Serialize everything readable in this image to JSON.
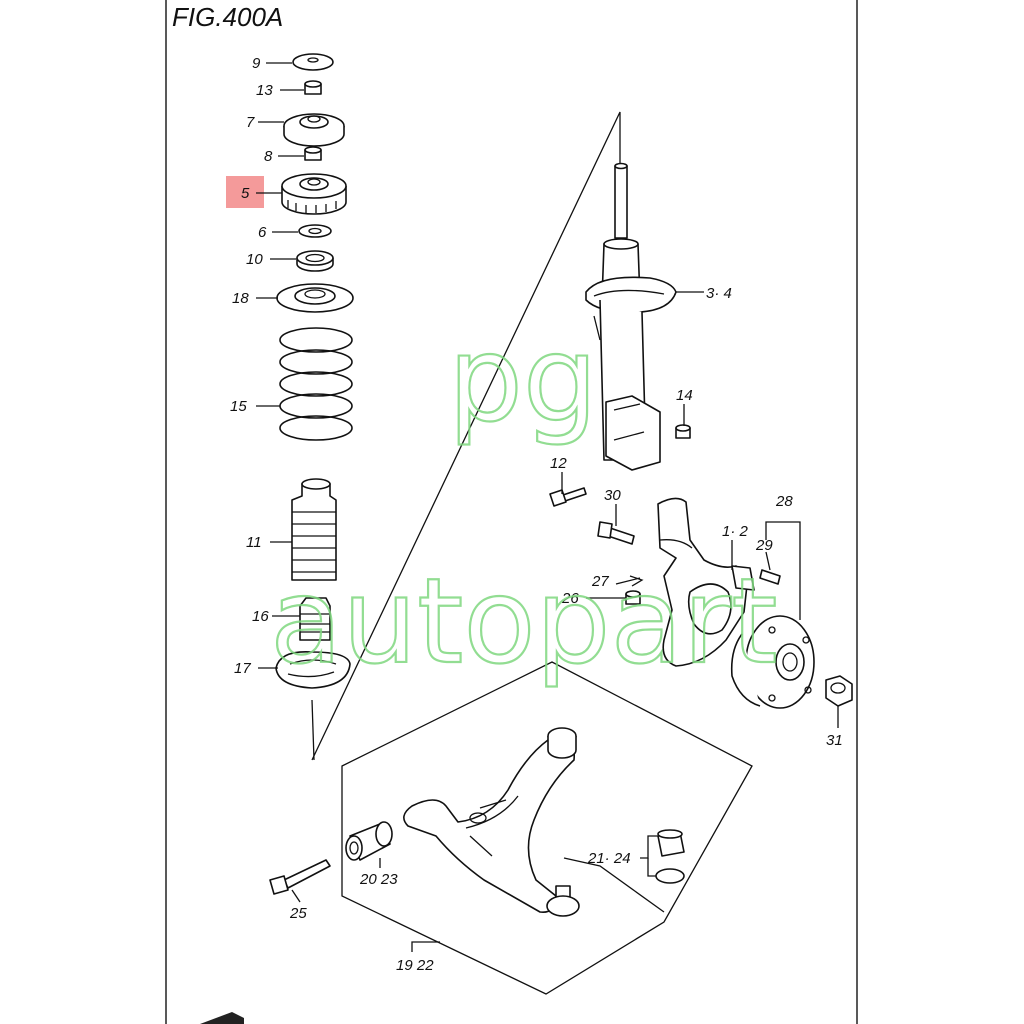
{
  "figure": {
    "title": "FIG.400A",
    "highlight_color": "#f49a9a",
    "watermark_lines": [
      "pg",
      "autopart"
    ],
    "watermark_color": "#7fd87f"
  },
  "callouts": {
    "c9": "9",
    "c13": "13",
    "c7": "7",
    "c8": "8",
    "c5": "5",
    "c6": "6",
    "c10": "10",
    "c18": "18",
    "c15": "15",
    "c11": "11",
    "c16": "16",
    "c17": "17",
    "c34": "3· 4",
    "c14": "14",
    "c12": "12",
    "c30": "30",
    "c12b": "1· 2",
    "c28": "28",
    "c29": "29",
    "c27": "27",
    "c26": "26",
    "c31": "31",
    "c2124": "21· 24",
    "c2023": "20 23",
    "c25": "25",
    "c1922": "19 22"
  }
}
